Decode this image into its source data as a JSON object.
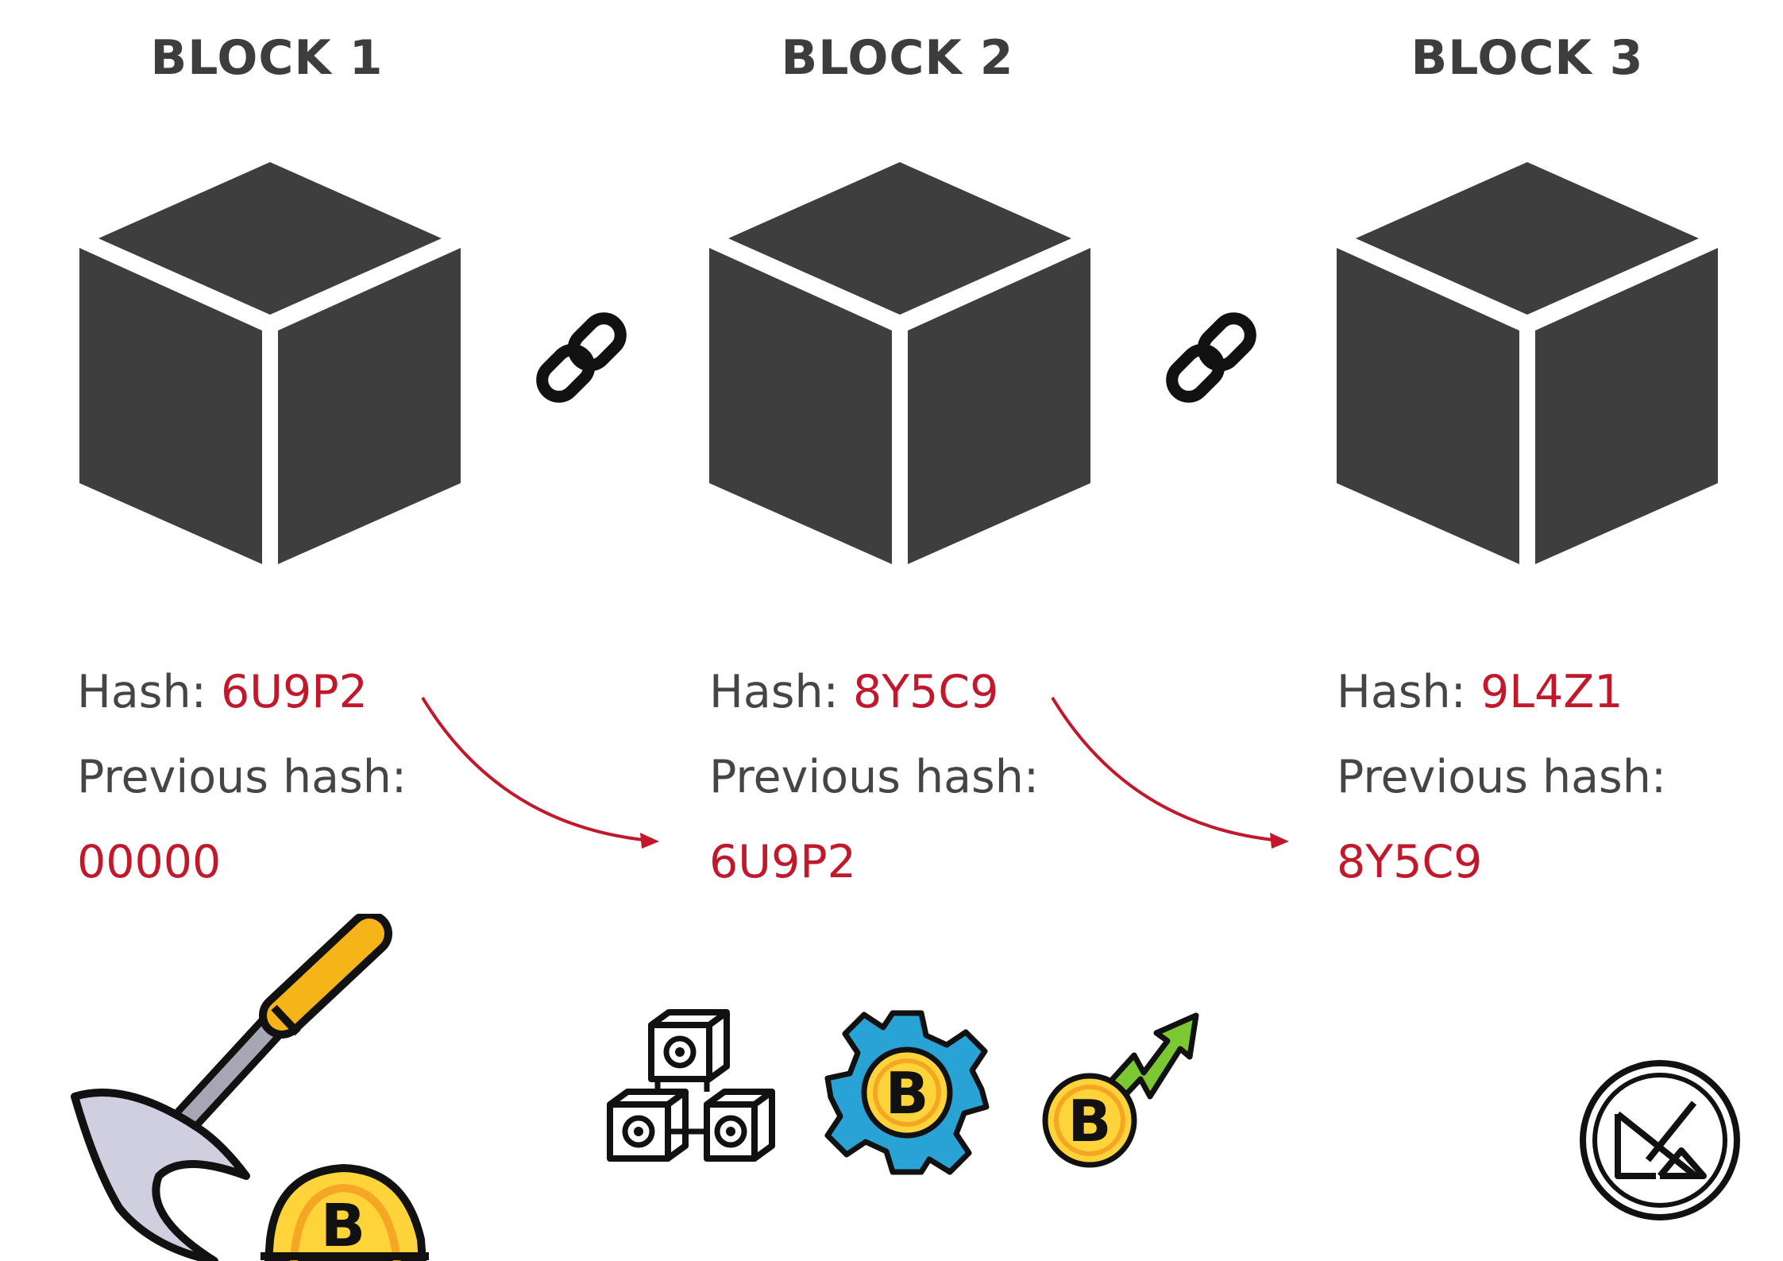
{
  "blocks": [
    {
      "title": "BLOCK 1",
      "hash_label": "Hash:",
      "hash": "6U9P2",
      "prev_label": "Previous hash:",
      "prev_hash": "00000"
    },
    {
      "title": "BLOCK 2",
      "hash_label": "Hash:",
      "hash": "8Y5C9",
      "prev_label": "Previous hash:",
      "prev_hash": "6U9P2"
    },
    {
      "title": "BLOCK 3",
      "hash_label": "Hash:",
      "hash": "9L4Z1",
      "prev_label": "Previous hash:",
      "prev_hash": "8Y5C9"
    }
  ],
  "colors": {
    "cube": "#3e3e3e",
    "hash_red": "#c2182b",
    "label_gray": "#454545",
    "bitcoin_yellow": "#ffd43b",
    "gear_blue": "#29a3d6",
    "arrow_green": "#7cc832"
  },
  "icons": [
    "chain-link-icon",
    "mining-pickaxe-icon",
    "blockchain-network-icon",
    "bitcoin-gear-icon",
    "bitcoin-growth-icon",
    "brand-logo-icon"
  ]
}
